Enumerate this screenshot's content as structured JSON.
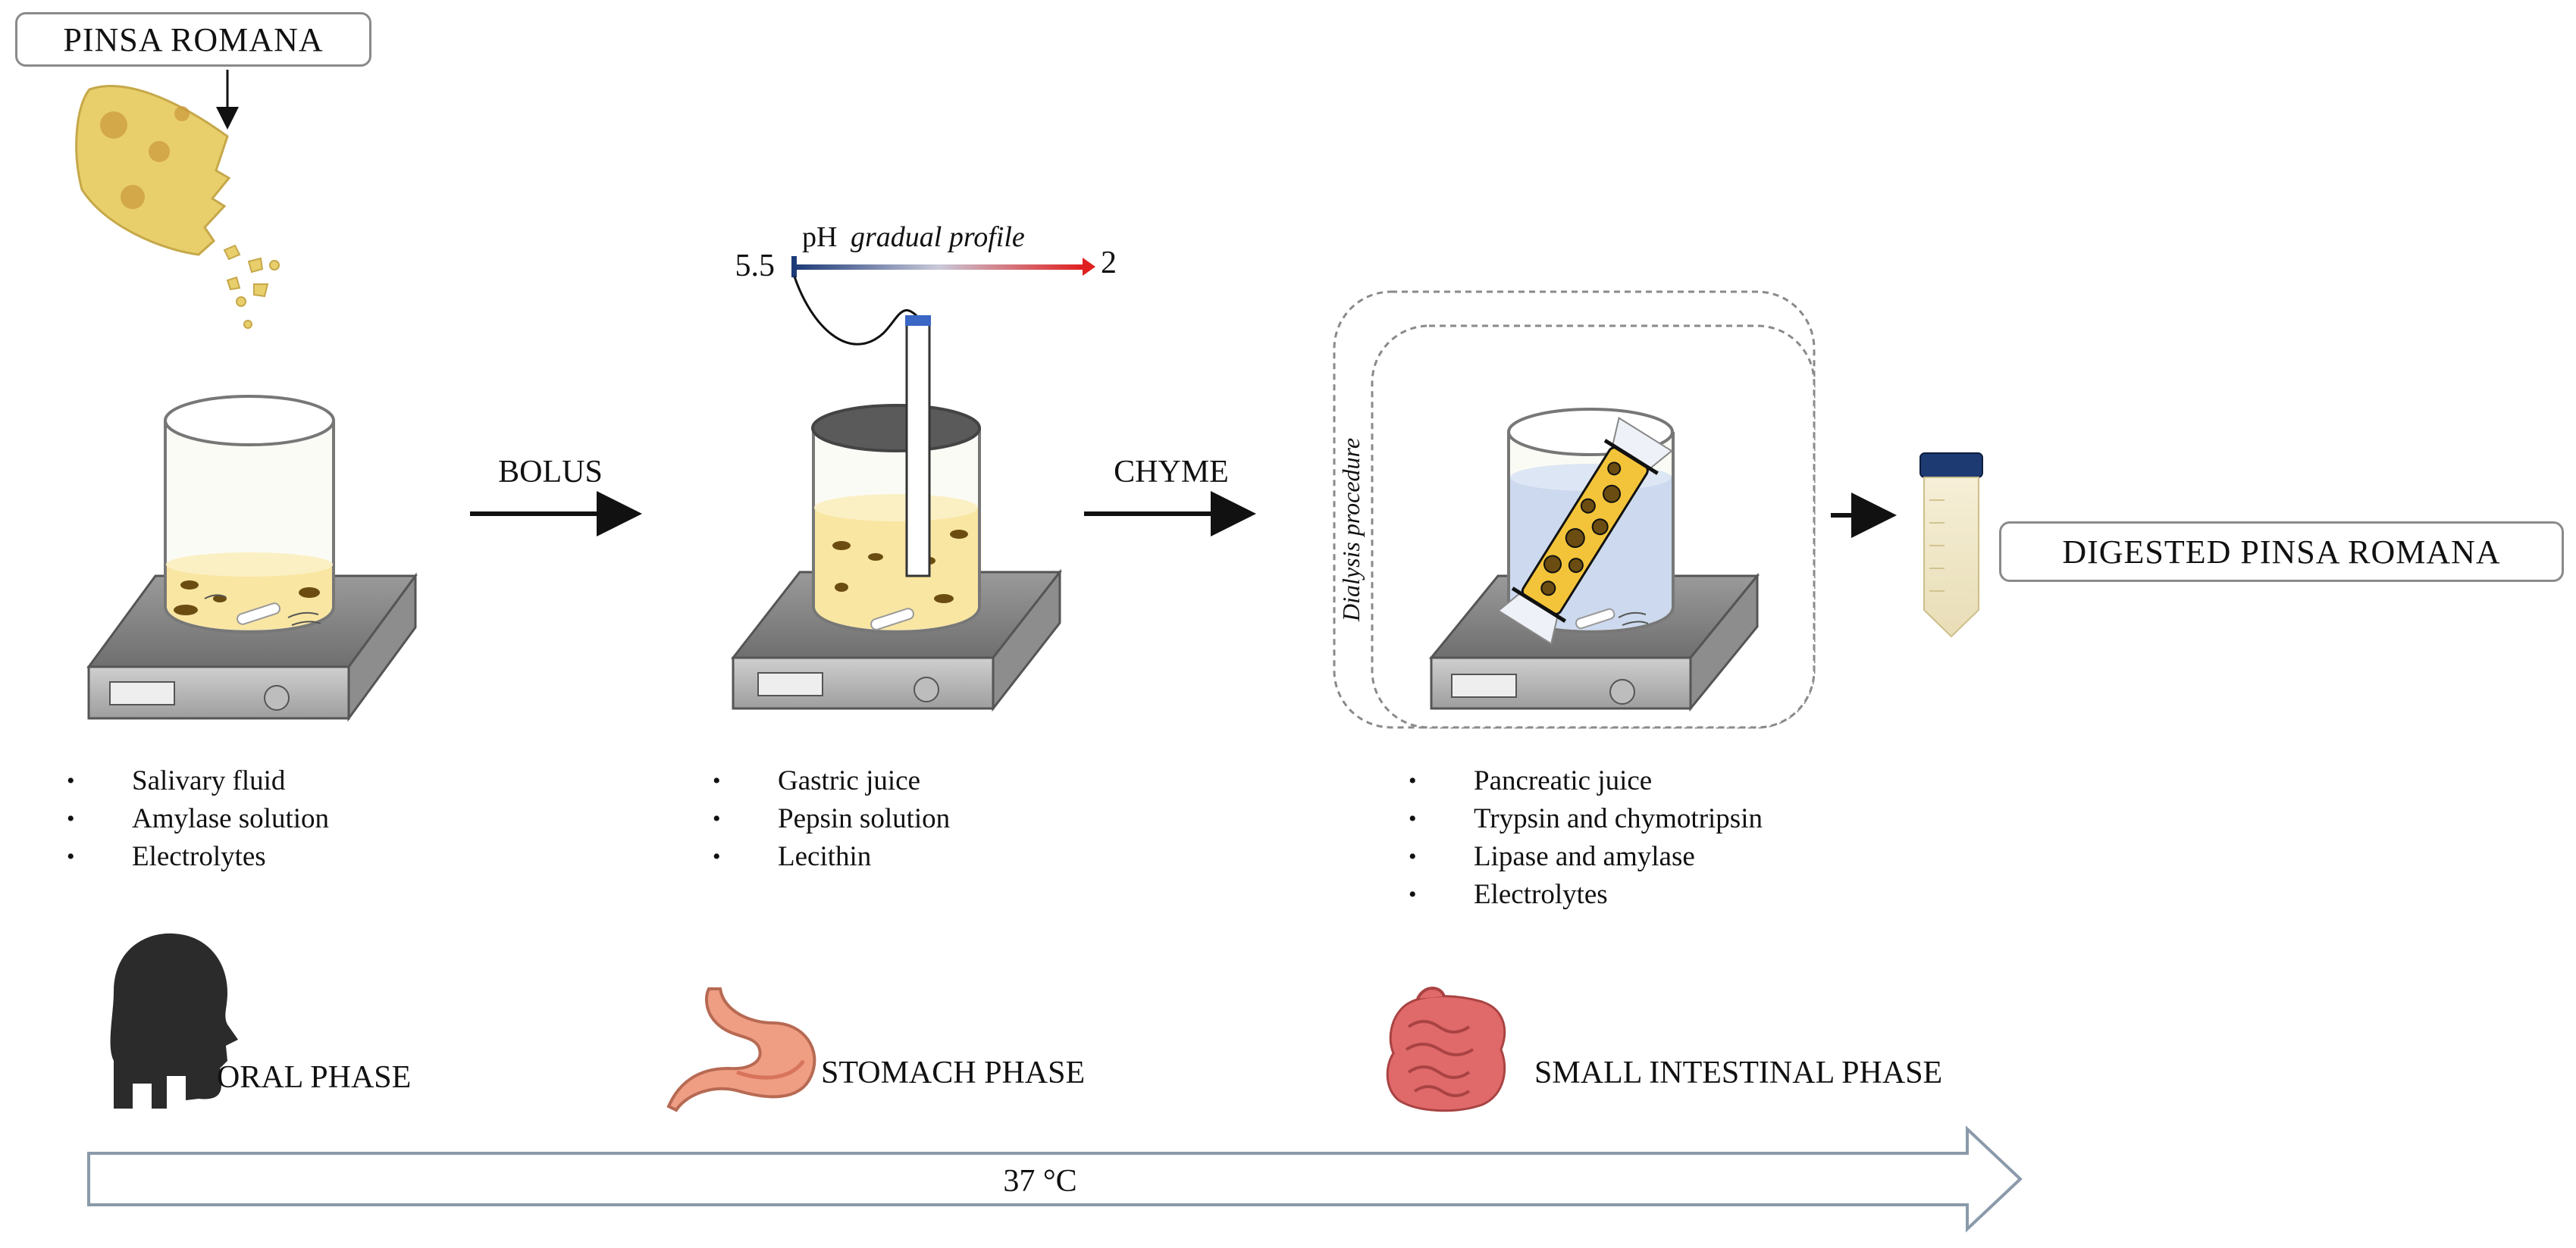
{
  "input_label": "PINSA ROMANA",
  "output_label": "DIGESTED  PINSA ROMANA",
  "transfer_1": "BOLUS",
  "transfer_2": "CHYME",
  "ph_profile": {
    "prefix": "pH",
    "label": "gradual profile",
    "start": "5.5",
    "end": "2"
  },
  "dialysis_label": "Dialysis procedure",
  "oral": {
    "phase": "ORAL PHASE",
    "items": [
      "Salivary  fluid",
      "Amylase solution",
      "Electrolytes"
    ]
  },
  "stomach": {
    "phase": "STOMACH PHASE",
    "items": [
      "Gastric juice",
      "Pepsin solution",
      "Lecithin"
    ]
  },
  "intestine": {
    "phase": "SMALL INTESTINAL  PHASE",
    "items": [
      "Pancreatic juice",
      "Trypsin  and chymotripsin",
      "Lipase and amylase",
      "Electrolytes"
    ]
  },
  "temperature": "37 °C",
  "colors": {
    "pinsa": "#e9cf6c",
    "pinsa_spot": "#c9973a",
    "stomach_liquid": "#f9e6a2",
    "intestine_liquid": "#ccd9ee",
    "stirrer": "#7b7b7b",
    "head_icon": "#2b2b2b",
    "stomach_icon": "#ef9d83",
    "intestine_icon": "#e0696a",
    "ph_start": "#1c3a78",
    "ph_end": "#e02020"
  }
}
